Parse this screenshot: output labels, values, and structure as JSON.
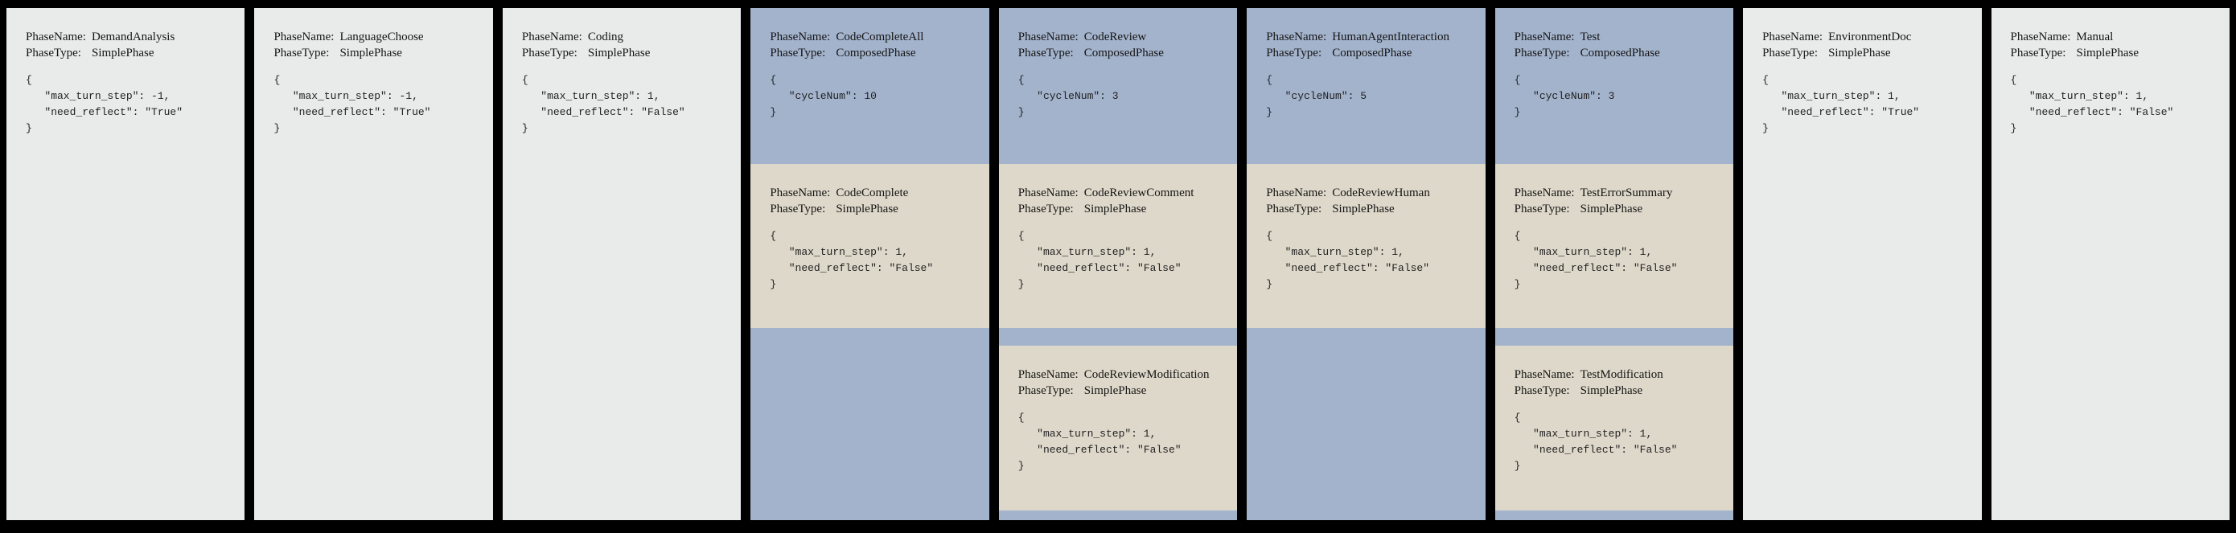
{
  "labels": {
    "phase_name": "PhaseName:",
    "phase_type": "PhaseType:"
  },
  "colors": {
    "page_background": "#000000",
    "simple_phase_background": "#e8ebea",
    "composed_phase_background": "#a3b3cc",
    "subphase_background": "#ded8ca",
    "text": "#151515"
  },
  "phases": [
    {
      "name": "DemandAnalysis",
      "type": "SimplePhase",
      "json": "{\n   \"max_turn_step\": -1,\n   \"need_reflect\": \"True\"\n}"
    },
    {
      "name": "LanguageChoose",
      "type": "SimplePhase",
      "json": "{\n   \"max_turn_step\": -1,\n   \"need_reflect\": \"True\"\n}"
    },
    {
      "name": "Coding",
      "type": "SimplePhase",
      "json": "{\n   \"max_turn_step\": 1,\n   \"need_reflect\": \"False\"\n}"
    },
    {
      "name": "CodeCompleteAll",
      "type": "ComposedPhase",
      "json": "{\n   \"cycleNum\": 10\n}",
      "children": [
        {
          "name": "CodeComplete",
          "type": "SimplePhase",
          "json": "{\n   \"max_turn_step\": 1,\n   \"need_reflect\": \"False\"\n}"
        }
      ]
    },
    {
      "name": "CodeReview",
      "type": "ComposedPhase",
      "json": "{\n   \"cycleNum\": 3\n}",
      "children": [
        {
          "name": "CodeReviewComment",
          "type": "SimplePhase",
          "json": "{\n   \"max_turn_step\": 1,\n   \"need_reflect\": \"False\"\n}"
        },
        {
          "name": "CodeReviewModification",
          "type": "SimplePhase",
          "json": "{\n   \"max_turn_step\": 1,\n   \"need_reflect\": \"False\"\n}"
        }
      ]
    },
    {
      "name": "HumanAgentInteraction",
      "type": "ComposedPhase",
      "json": "{\n   \"cycleNum\": 5\n}",
      "children": [
        {
          "name": "CodeReviewHuman",
          "type": "SimplePhase",
          "json": "{\n   \"max_turn_step\": 1,\n   \"need_reflect\": \"False\"\n}"
        }
      ]
    },
    {
      "name": "Test",
      "type": "ComposedPhase",
      "json": "{\n   \"cycleNum\": 3\n}",
      "children": [
        {
          "name": "TestErrorSummary",
          "type": "SimplePhase",
          "json": "{\n   \"max_turn_step\": 1,\n   \"need_reflect\": \"False\"\n}"
        },
        {
          "name": "TestModification",
          "type": "SimplePhase",
          "json": "{\n   \"max_turn_step\": 1,\n   \"need_reflect\": \"False\"\n}"
        }
      ]
    },
    {
      "name": "EnvironmentDoc",
      "type": "SimplePhase",
      "json": "{\n   \"max_turn_step\": 1,\n   \"need_reflect\": \"True\"\n}"
    },
    {
      "name": "Manual",
      "type": "SimplePhase",
      "json": "{\n   \"max_turn_step\": 1,\n   \"need_reflect\": \"False\"\n}"
    }
  ]
}
